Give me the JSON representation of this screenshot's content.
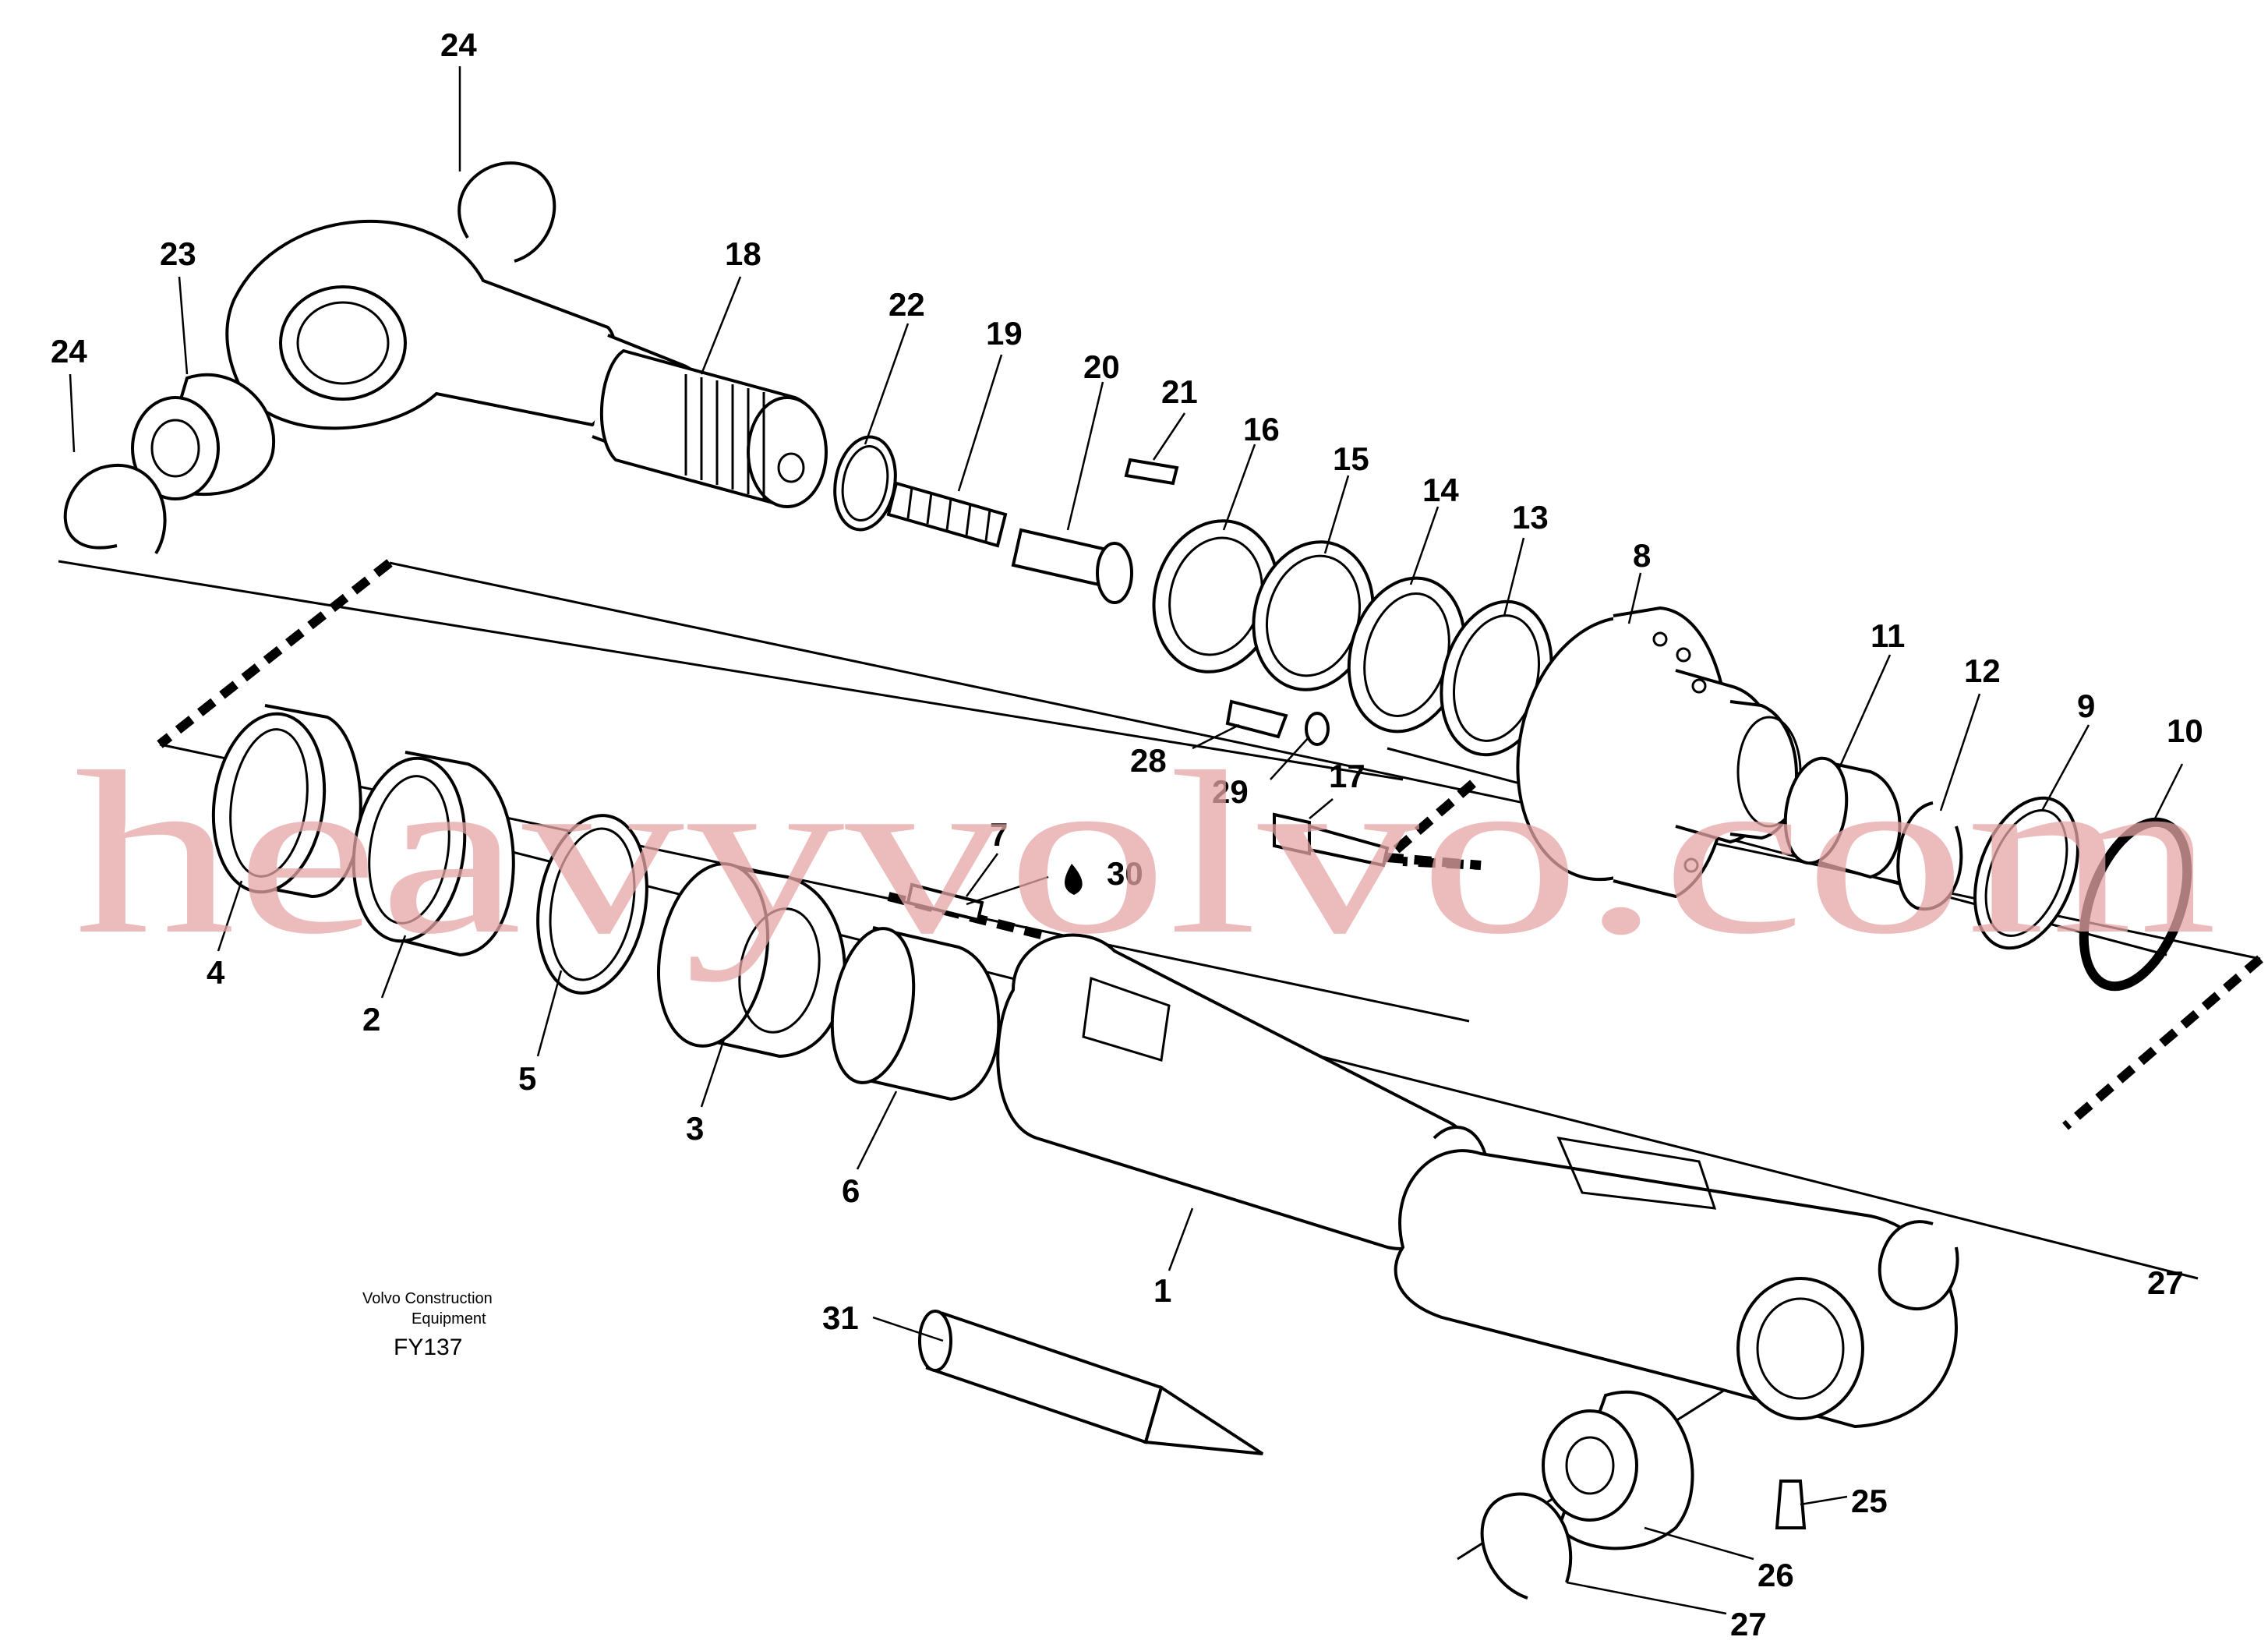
{
  "diagram": {
    "caption_line1": "Volvo Construction",
    "caption_line2": "Equipment",
    "figure_code": "FY137",
    "watermark": "heavyvolvo.com",
    "callouts": [
      "1",
      "2",
      "3",
      "4",
      "5",
      "6",
      "7",
      "8",
      "9",
      "10",
      "11",
      "12",
      "13",
      "14",
      "15",
      "16",
      "17",
      "18",
      "19",
      "20",
      "21",
      "22",
      "23",
      "24",
      "24",
      "25",
      "26",
      "27",
      "27",
      "28",
      "29",
      "30",
      "31"
    ]
  }
}
